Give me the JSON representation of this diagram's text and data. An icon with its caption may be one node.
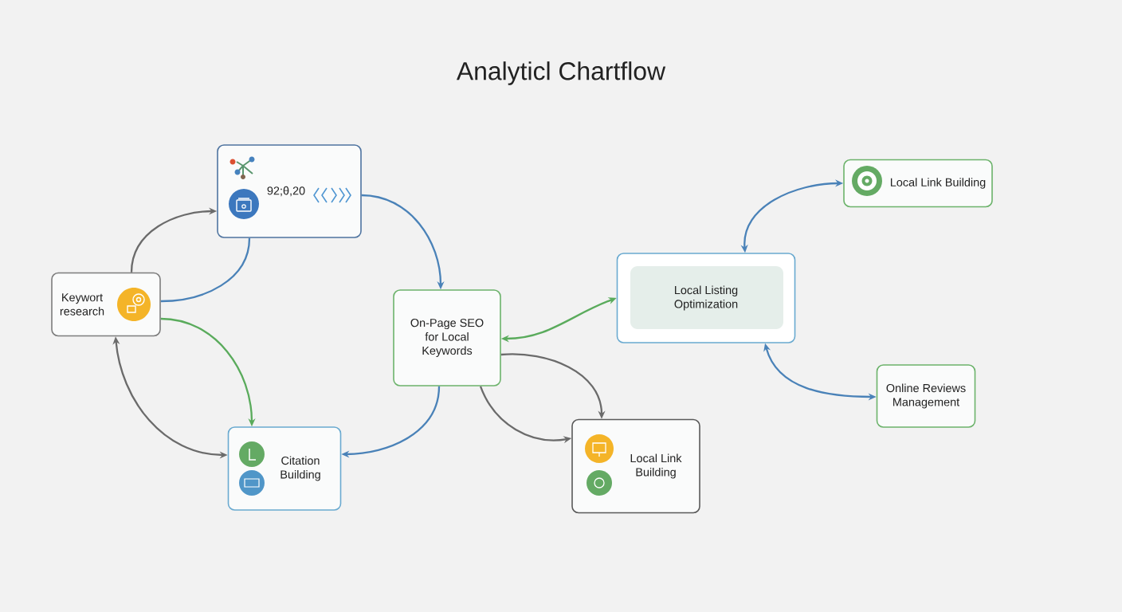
{
  "diagram": {
    "title": "Analyticl Chartflow",
    "nodes": [
      {
        "text": [
          "Keywort research"
        ]
      },
      {
        "text": [
          "92;θ,20"
        ]
      },
      {
        "text": [
          "On-Page SEO for Local Keywords"
        ]
      },
      {
        "text": [
          "Local Listing Optimization"
        ]
      },
      {
        "text": [
          "Local Link Building"
        ]
      },
      {
        "text": [
          "Online Reviews Management"
        ]
      },
      {
        "text": [
          "Citation Building"
        ]
      },
      {
        "text": [
          "Local Link Building"
        ]
      }
    ],
    "edges": [
      {
        "from": 0,
        "to": 1,
        "arrow": "to",
        "color": "#6b6b6b"
      },
      {
        "from": 1,
        "to": 0,
        "arrow": "none"
      },
      {
        "from": 1,
        "to": 2,
        "arrow": "to"
      },
      {
        "from": 0,
        "to": 6,
        "arrow": "to",
        "color": "#5aab5c"
      },
      {
        "from": 0,
        "to": 6,
        "arrow": "both",
        "color": "#6b6b6b"
      },
      {
        "from": 2,
        "to": 6,
        "arrow": "to"
      },
      {
        "from": 2,
        "to": 3,
        "arrow": "both",
        "color": "#5aab5c"
      },
      {
        "from": 2,
        "to": 7,
        "arrow": "to",
        "color": "#6b6b6b"
      },
      {
        "from": 2,
        "to": 7,
        "arrow": "to",
        "color": "#6b6b6b"
      },
      {
        "from": 3,
        "to": 4,
        "arrow": "both"
      },
      {
        "from": 3,
        "to": 5,
        "arrow": "both"
      }
    ]
  }
}
